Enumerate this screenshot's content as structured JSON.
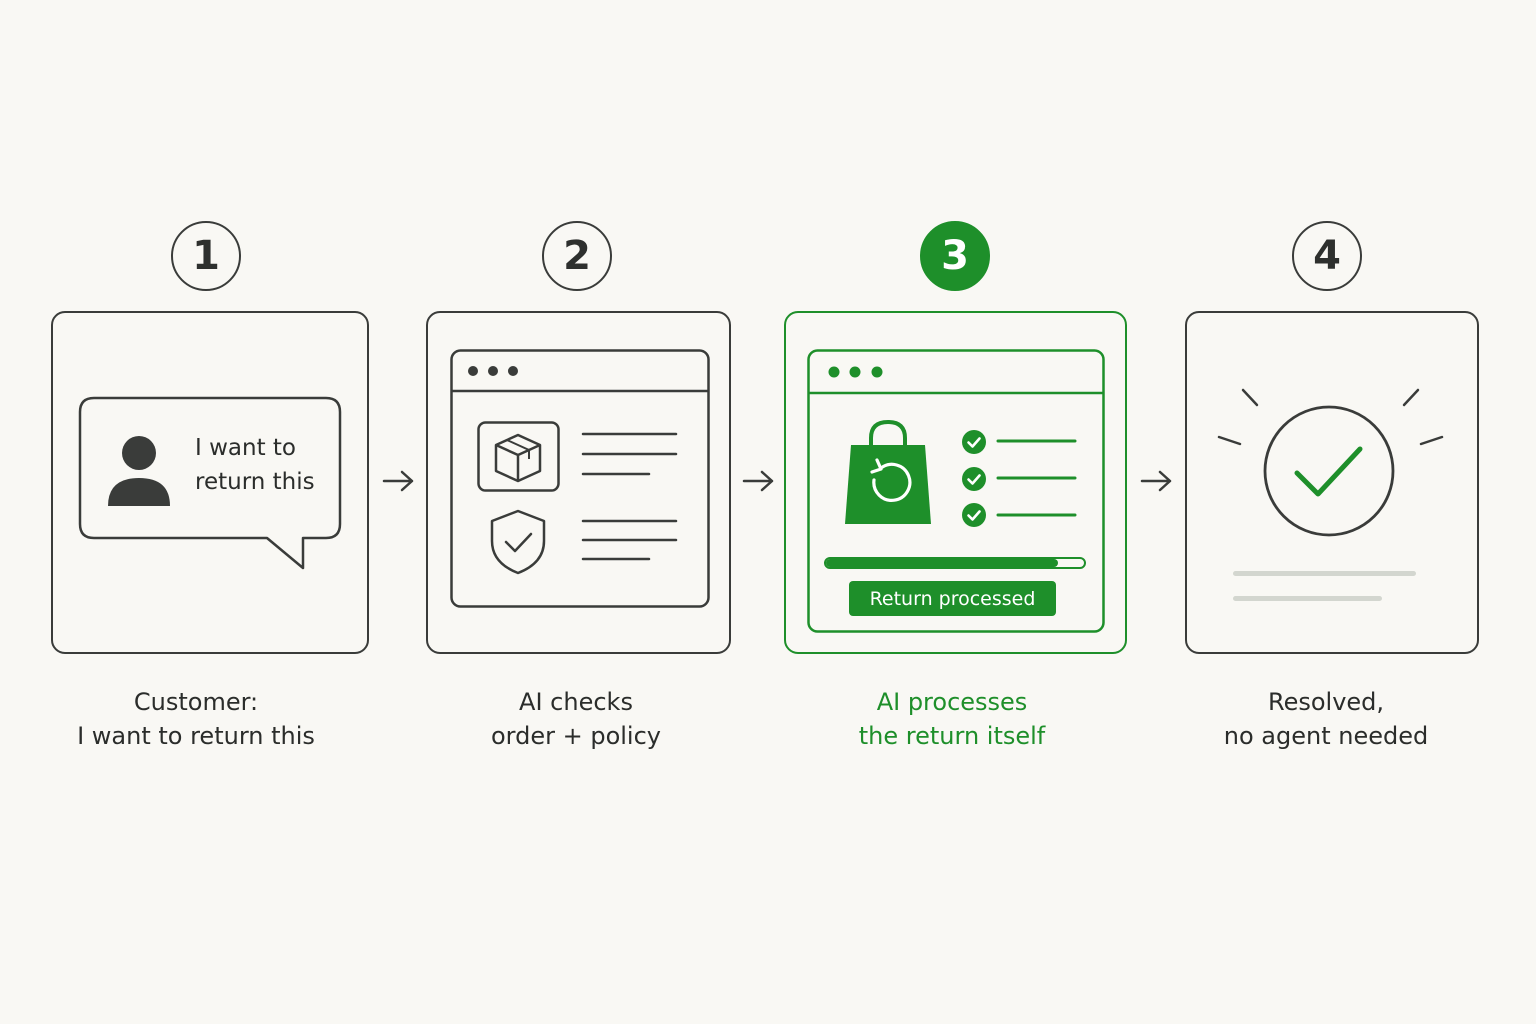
{
  "steps": [
    {
      "number": "1",
      "caption_line1": "Customer:",
      "caption_line2": "I want to return this",
      "bubble_line1": "I want to",
      "bubble_line2": "return this"
    },
    {
      "number": "2",
      "caption_line1": "AI checks",
      "caption_line2": "order + policy"
    },
    {
      "number": "3",
      "caption_line1": "AI processes",
      "caption_line2": "the return itself",
      "status_label": "Return processed",
      "progress": 0.9
    },
    {
      "number": "4",
      "caption_line1": "Resolved,",
      "caption_line2": "no agent needed"
    }
  ],
  "colors": {
    "background": "#f9f8f4",
    "line": "#3a3c3a",
    "accent": "#1e8f2a",
    "muted": "#d3d6cf"
  },
  "icons": {
    "step1": [
      "speech-bubble-icon",
      "user-icon"
    ],
    "step2": [
      "browser-window-icon",
      "package-box-icon",
      "shield-check-icon"
    ],
    "step3": [
      "browser-window-icon",
      "shopping-bag-return-icon",
      "check-circle-icon"
    ],
    "step4": [
      "check-circle-icon",
      "sparkle-rays-icon"
    ],
    "connectors": "arrow-right-icon"
  }
}
